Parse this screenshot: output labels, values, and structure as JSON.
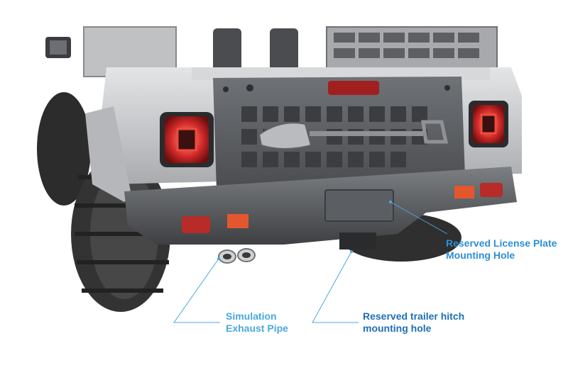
{
  "annotations": [
    {
      "id": "license",
      "text": "Reserved License Plate\nMounting Hole",
      "color": "#2b8fd6"
    },
    {
      "id": "exhaust",
      "text": "Simulation\nExhaust Pipe",
      "color": "#4aa8e0"
    },
    {
      "id": "hitch",
      "text": "Reserved trailer hitch\nmounting hole",
      "color": "#1e6fb5"
    }
  ],
  "colors": {
    "body": "#c9cacc",
    "body_dark": "#8d8f92",
    "tire": "#3a3a3a",
    "taillight": "#d32a2a",
    "accent": "#e4572e",
    "leader": "#4aa8e0"
  }
}
